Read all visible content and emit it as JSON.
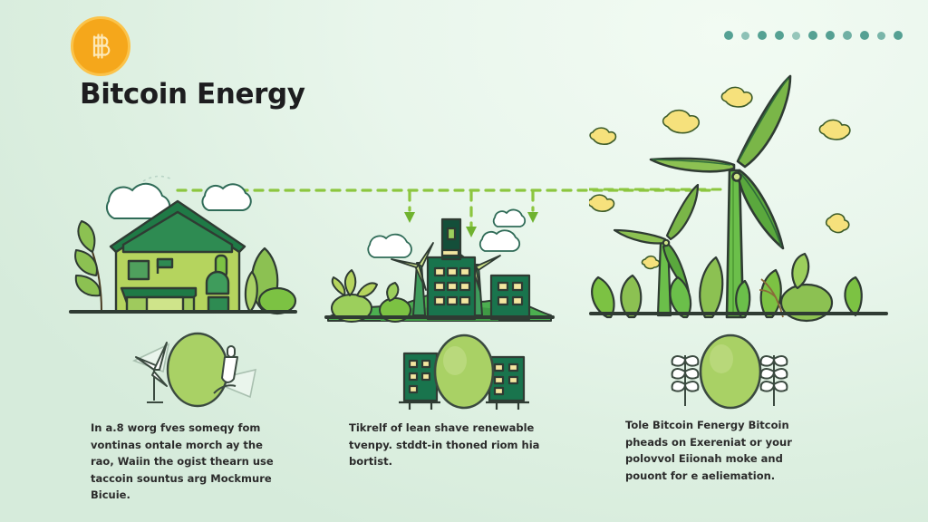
{
  "header": {
    "title": "Bitcoin Energy",
    "coin_icon": "bitcoin-coin-icon",
    "dots_count": 11,
    "dot_color": "#3a9183"
  },
  "theme": {
    "background_top": "#f2fbf3",
    "background_bottom": "#d6ebdb",
    "accent_orange": "#f5a71b",
    "leaf_green": "#7cc243",
    "deep_green": "#1f6b42",
    "dash_green": "#8cc63f",
    "text_dark": "#2b2b2b",
    "yellow_cloud": "#f6e17c"
  },
  "panels": [
    {
      "id": "panel-house",
      "scene_name": "green-house-farm-scene",
      "mini_icon_name": "mini-sketch-wind-and-flask",
      "text": "In a.8 worg fves someqy fom vontinas ontale morch ay the rao, Waiin the ogist thearn use taccoin sountus arg Mockmure Bicuie."
    },
    {
      "id": "panel-city",
      "scene_name": "green-city-turbines-scene",
      "mini_icon_name": "mini-sketch-city-buildings",
      "text": "Tikrelf of lean shave renewable tvenpy. stddt-in thoned riom hia bortist."
    },
    {
      "id": "panel-wind",
      "scene_name": "leaf-wind-turbines-scene",
      "mini_icon_name": "mini-sketch-wheat-plants",
      "text": "Tole Bitcoin Fenergy Bitcoin pheads on Exereniat or your polovvol Eiionah moke and pouont for e aeliemation."
    }
  ]
}
